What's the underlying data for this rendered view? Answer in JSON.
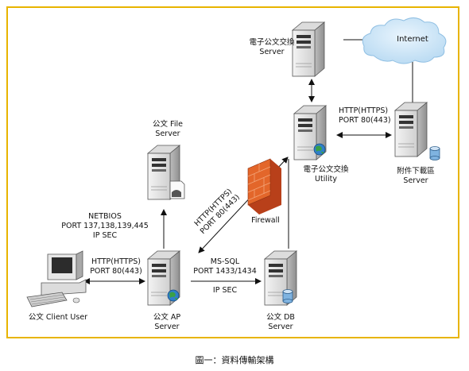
{
  "nodes": {
    "exchange_server": [
      "電子公文交換",
      "Server"
    ],
    "internet": [
      "Internet"
    ],
    "utility": [
      "電子公文交換",
      "Utility"
    ],
    "attachment_server": [
      "附件下載區",
      "Server"
    ],
    "file_server": [
      "公文 File",
      "Server"
    ],
    "firewall": [
      "Firewall"
    ],
    "client": [
      "公文 Client User"
    ],
    "ap_server": [
      "公文 AP",
      "Server"
    ],
    "db_server": [
      "公文 DB",
      "Server"
    ]
  },
  "edges": {
    "utility_attachment": [
      "HTTP(HTTPS)",
      "PORT 80(443)"
    ],
    "ap_fileserver": [
      "NETBIOS",
      "PORT 137,138,139,445",
      "IP SEC"
    ],
    "client_ap": [
      "HTTP(HTTPS)",
      "PORT 80(443)"
    ],
    "ap_db": [
      "MS-SQL",
      "PORT 1433/1434",
      "IP SEC"
    ],
    "ap_utility": [
      "HTTP(HTTPS)",
      "PORT 80(443)"
    ]
  },
  "caption": "圖一：資料傳輸架構",
  "colors": {
    "frame": "#e8b400",
    "cloud": "#cfe6f7",
    "firewall": "#e3662a",
    "server": "#e9e9e9"
  }
}
